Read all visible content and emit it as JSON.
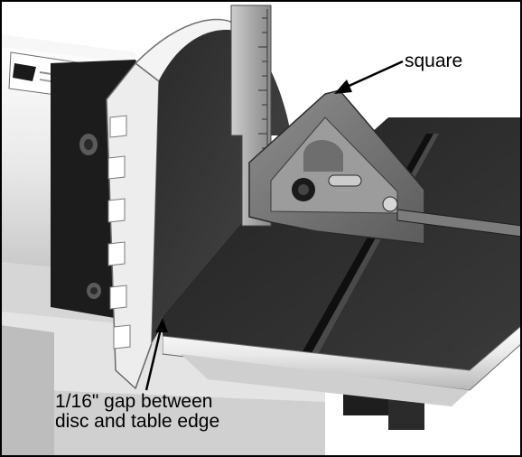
{
  "photo": {
    "subject": "disc sander with combination square on table",
    "colors": {
      "background": "#ffffff",
      "frame": "#000000",
      "machine_body": "#e8e8e8",
      "sanding_disc": "#3a3a3a",
      "table_top": "#2c2c2c",
      "table_edge": "#f0f0f0",
      "square_steel": "#9a9a9a",
      "ink": "#000000"
    }
  },
  "callouts": {
    "square_label": "square",
    "gap_label_line1": "1/16\" gap between",
    "gap_label_line2": "disc and table edge"
  }
}
